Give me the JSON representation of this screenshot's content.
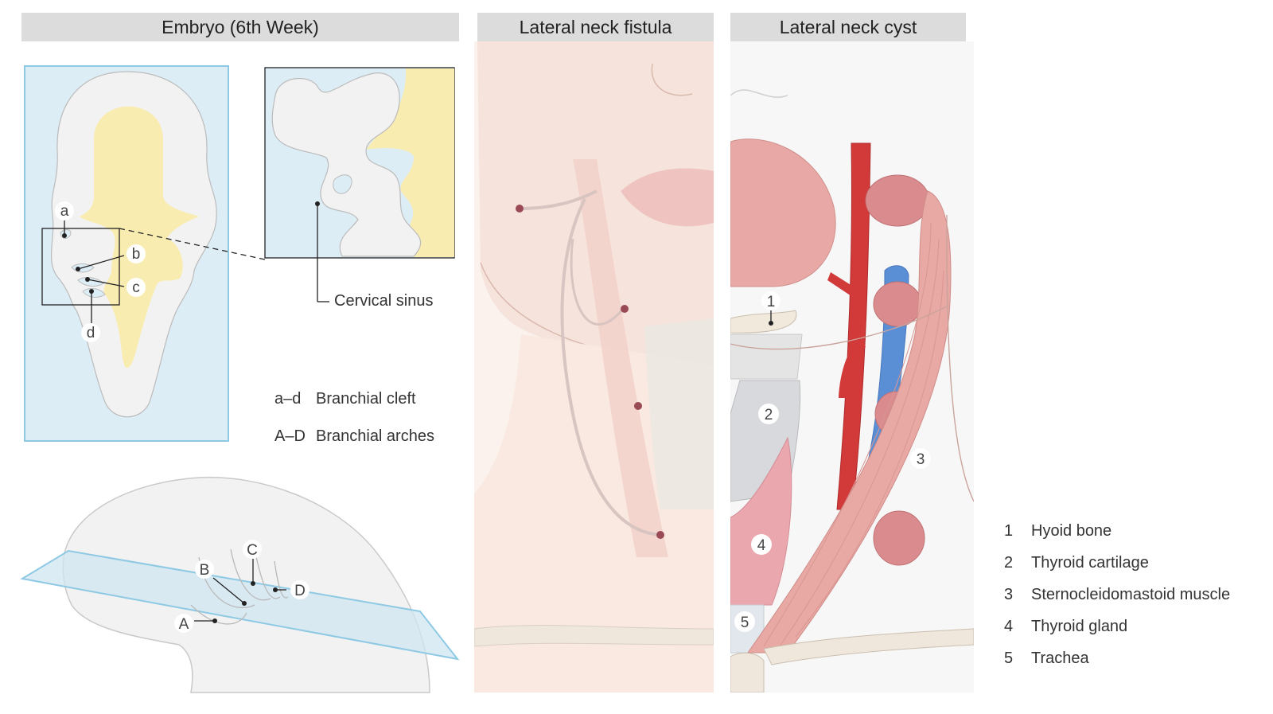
{
  "panels": {
    "embryo_title": "Embryo  (6th Week)",
    "fistula_title": "Lateral neck fistula",
    "cyst_title": "Lateral neck cyst"
  },
  "embryo_labels": {
    "a": "a",
    "b": "b",
    "c": "c",
    "d": "d",
    "A": "A",
    "B": "B",
    "C": "C",
    "D": "D",
    "cervical_sinus": "Cervical sinus"
  },
  "key": {
    "clefts_code": "a–d",
    "clefts_text": "Branchial cleft",
    "arches_code": "A–D",
    "arches_text": "Branchial arches"
  },
  "cyst_badges": [
    "1",
    "2",
    "3",
    "4",
    "5"
  ],
  "legend": [
    {
      "num": "1",
      "text": "Hyoid bone"
    },
    {
      "num": "2",
      "text": "Thyroid cartilage"
    },
    {
      "num": "3",
      "text": "Sternocleidomastoid muscle"
    },
    {
      "num": "4",
      "text": "Thyroid gland"
    },
    {
      "num": "5",
      "text": "Trachea"
    }
  ],
  "colors": {
    "header_bg": "#dcdcdc",
    "embryo_bg": "#dcedf6",
    "embryo_border": "#8ec9e4",
    "neural_tube": "#f9ecb0",
    "artery": "#d23a3a",
    "vein": "#5a8fd6",
    "muscle": "#e8a8a4",
    "skin": "#f6e1d9"
  }
}
